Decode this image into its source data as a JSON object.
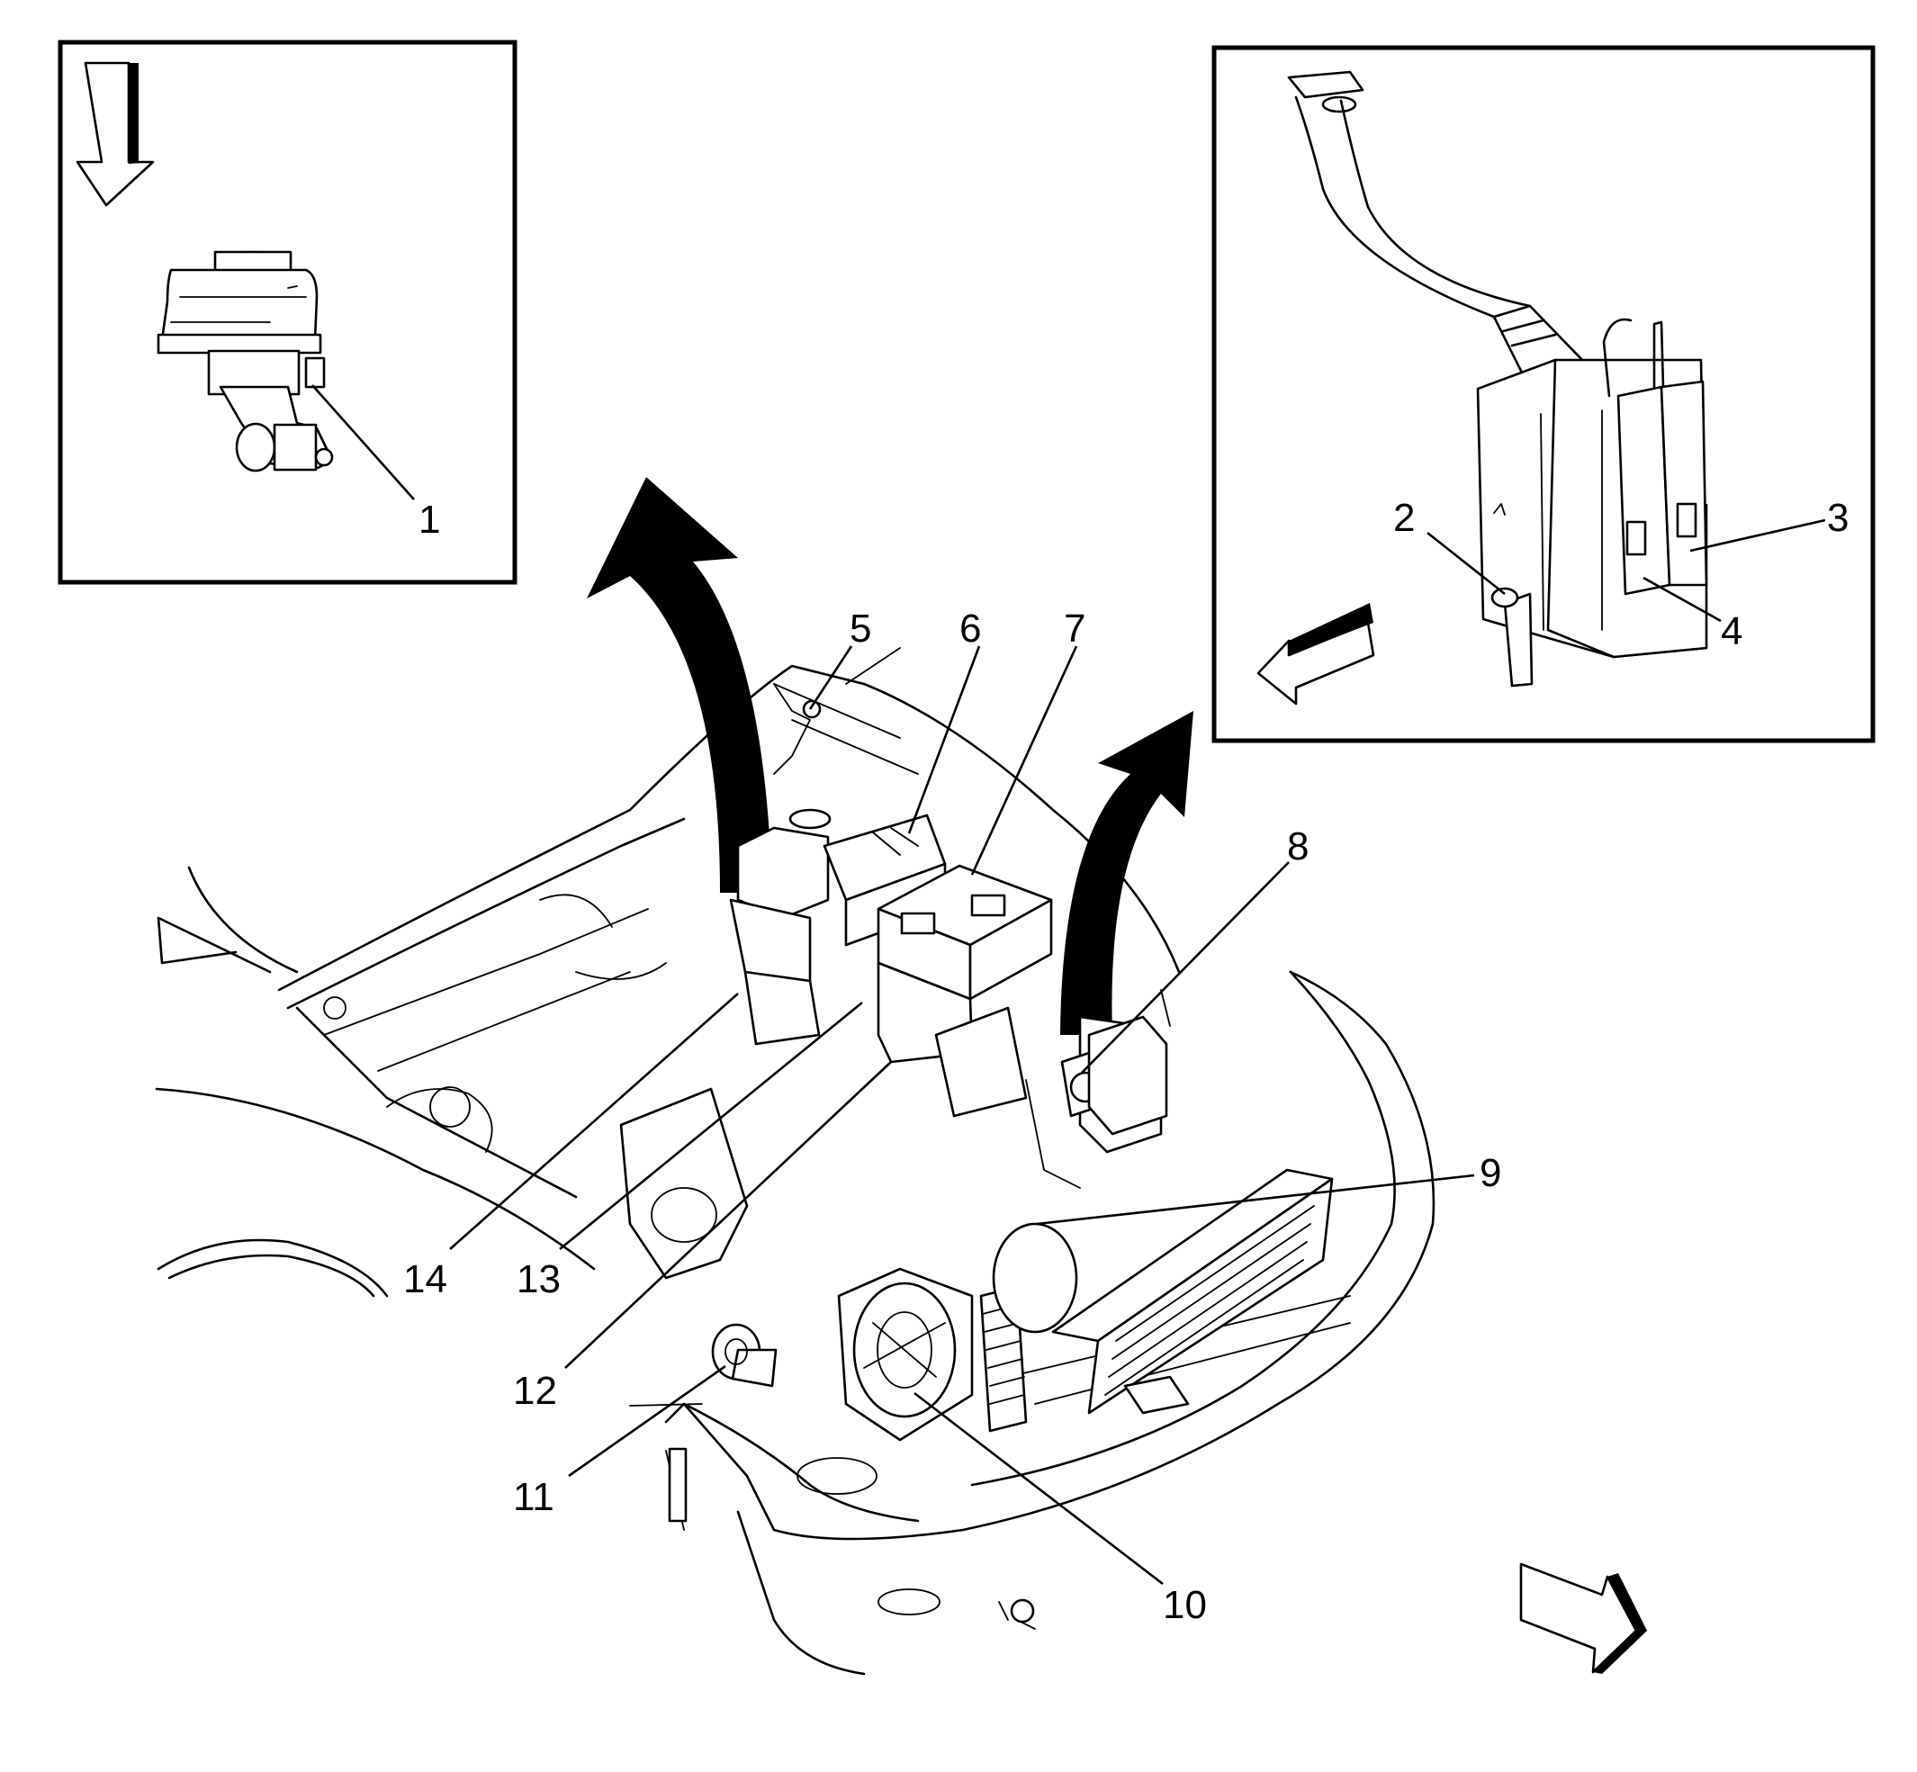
{
  "diagram": {
    "callouts": [
      "1",
      "2",
      "3",
      "4",
      "5",
      "6",
      "7",
      "8",
      "9",
      "10",
      "11",
      "12",
      "13",
      "14"
    ],
    "icons": {
      "view_arrow_down": "down-arrow-icon",
      "direction_left": "front-direction-arrow-icon",
      "direction_right": "front-direction-arrow-icon"
    },
    "colors": {
      "line": "#000000",
      "fill": "#ffffff"
    }
  }
}
